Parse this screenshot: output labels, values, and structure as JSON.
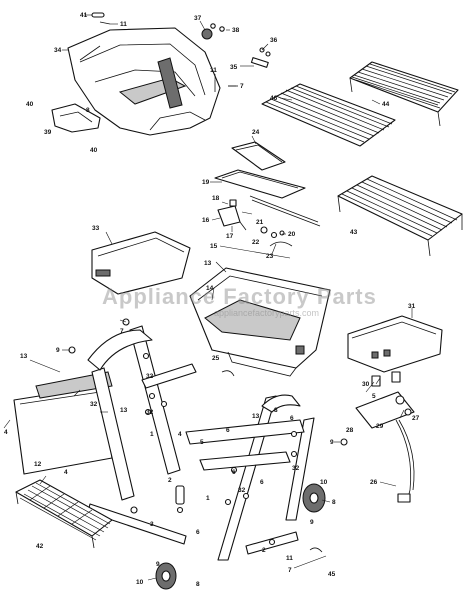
{
  "watermark": {
    "brand": "Appliance Factory Parts",
    "url": "appliancefactoryparts.com"
  },
  "labels": [
    "1",
    "2",
    "3",
    "4",
    "5",
    "6",
    "7",
    "8",
    "9",
    "10",
    "11",
    "12",
    "13",
    "14",
    "15",
    "16",
    "17",
    "18",
    "19",
    "20",
    "21",
    "22",
    "23",
    "24",
    "25",
    "26",
    "27",
    "28",
    "29",
    "30",
    "31",
    "32",
    "33",
    "34",
    "35",
    "36",
    "37",
    "38",
    "39",
    "40",
    "41",
    "42",
    "43",
    "44",
    "45",
    "46"
  ]
}
